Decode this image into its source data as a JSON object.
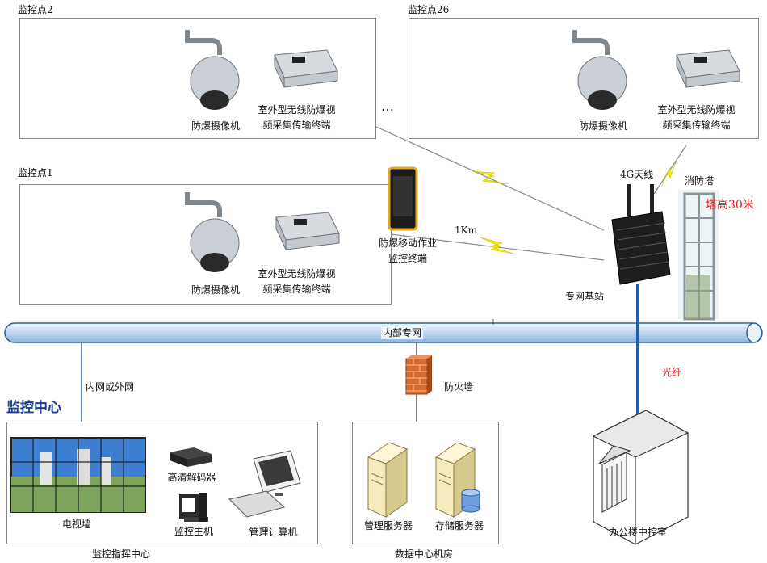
{
  "sites": [
    {
      "title": "监控点2",
      "camera_label": "防爆摄像机",
      "terminal_label_1": "室外型无线防爆视",
      "terminal_label_2": "频采集传输终端"
    },
    {
      "title": "监控点26",
      "camera_label": "防爆摄像机",
      "terminal_label_1": "室外型无线防爆视",
      "terminal_label_2": "频采集传输终端"
    },
    {
      "title": "监控点1",
      "camera_label": "防爆摄像机",
      "terminal_label_1": "室外型无线防爆视",
      "terminal_label_2": "频采集传输终端"
    }
  ],
  "ellipsis": "…",
  "mobile": {
    "label_1": "防爆移动作业",
    "label_2": "监控终端",
    "distance": "1Km"
  },
  "base_station": {
    "antenna_label": "4G天线",
    "label": "专网基站"
  },
  "tower": {
    "label": "消防塔",
    "height_label": "塔高30米"
  },
  "network": {
    "bus_label": "内部专网",
    "left_link_label": "内网或外网",
    "fiber_label": "光纤",
    "firewall_label": "防火墙"
  },
  "monitor_center": {
    "title": "监控中心",
    "section_label": "监控指挥中心",
    "tv_wall_label": "电视墙",
    "decoder_label": "高清解码器",
    "host_label": "监控主机",
    "pc_label": "管理计算机"
  },
  "data_center": {
    "section_label": "数据中心机房",
    "mgmt_server_label": "管理服务器",
    "storage_server_label": "存储服务器"
  },
  "office": {
    "label": "办公楼中控室"
  },
  "colors": {
    "bus_fill": "#cfe3f5",
    "bus_stroke": "#2c5d8f",
    "fiber": "#1f5fa8",
    "lightning": "#f2f200",
    "tower_text": "#d81e1e",
    "fiber_text": "#d81e1e",
    "title_blue": "#1a3f8f"
  }
}
